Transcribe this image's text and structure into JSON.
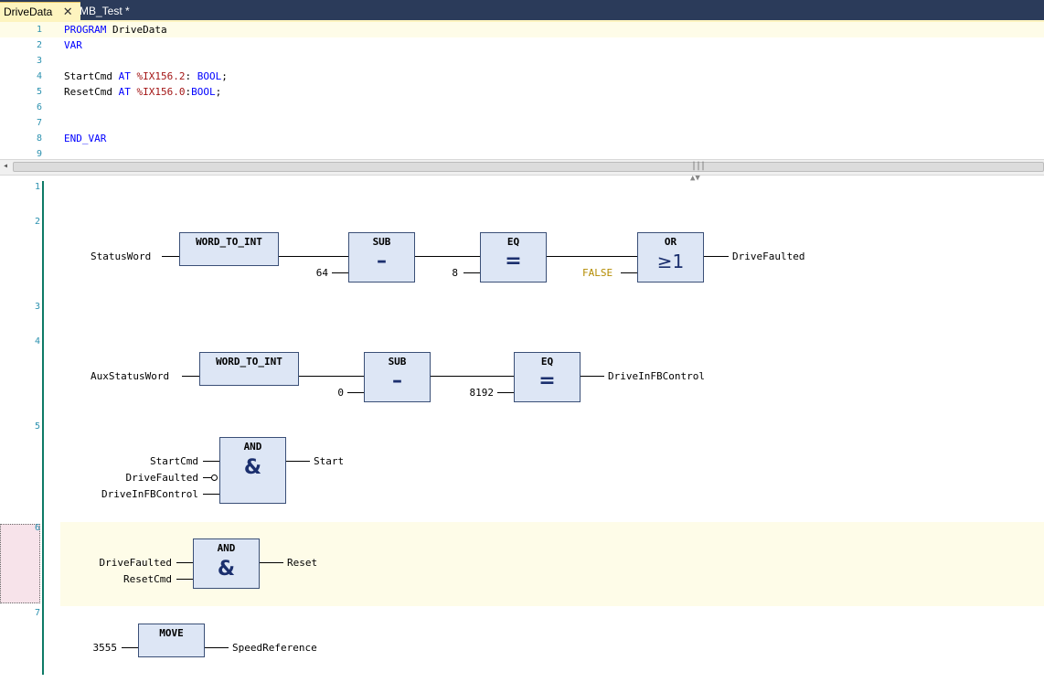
{
  "tabs": [
    {
      "label": "DriveData",
      "close": "✕"
    },
    {
      "label": "MB_Test *"
    }
  ],
  "declarations": {
    "lines": [
      {
        "num": "1",
        "parts": [
          {
            "t": "PROGRAM",
            "c": "kw"
          },
          {
            "t": " DriveData",
            "c": ""
          }
        ]
      },
      {
        "num": "2",
        "parts": [
          {
            "t": "VAR",
            "c": "kw"
          }
        ]
      },
      {
        "num": "3",
        "parts": []
      },
      {
        "num": "4",
        "parts": [
          {
            "t": "StartCmd ",
            "c": ""
          },
          {
            "t": "AT",
            "c": "kw"
          },
          {
            "t": " ",
            "c": ""
          },
          {
            "t": "%IX156.2",
            "c": "addr"
          },
          {
            "t": ": ",
            "c": ""
          },
          {
            "t": "BOOL",
            "c": "kw"
          },
          {
            "t": ";",
            "c": ""
          }
        ]
      },
      {
        "num": "5",
        "parts": [
          {
            "t": "ResetCmd ",
            "c": ""
          },
          {
            "t": "AT",
            "c": "kw"
          },
          {
            "t": " ",
            "c": ""
          },
          {
            "t": "%IX156.0",
            "c": "addr"
          },
          {
            "t": ":",
            "c": ""
          },
          {
            "t": "BOOL",
            "c": "kw"
          },
          {
            "t": ";",
            "c": ""
          }
        ]
      },
      {
        "num": "6",
        "parts": []
      },
      {
        "num": "7",
        "parts": []
      },
      {
        "num": "8",
        "parts": [
          {
            "t": "END_VAR",
            "c": "kw"
          }
        ]
      },
      {
        "num": "9",
        "parts": []
      }
    ]
  },
  "scrollbar": {
    "grip": "|||",
    "left_arrow": "◂",
    "split_arrows": "▲▼"
  },
  "networks": [
    "1",
    "2",
    "3",
    "4",
    "5",
    "6",
    "7"
  ],
  "n2": {
    "in": "StatusWord",
    "fb1": "WORD_TO_INT",
    "fb2": "SUB",
    "fb2_sym": "–",
    "c2": "64",
    "fb3": "EQ",
    "fb3_sym": "=",
    "c3": "8",
    "fb4": "OR",
    "fb4_sym": "≥1",
    "c4": "FALSE",
    "out": "DriveFaulted"
  },
  "n4": {
    "in": "AuxStatusWord",
    "fb1": "WORD_TO_INT",
    "fb2": "SUB",
    "fb2_sym": "–",
    "c2": "0",
    "fb3": "EQ",
    "fb3_sym": "=",
    "c3": "8192",
    "out": "DriveInFBControl"
  },
  "n5": {
    "in1": "StartCmd",
    "in2": "DriveFaulted",
    "in3": "DriveInFBControl",
    "fb": "AND",
    "sym": "&",
    "out": "Start"
  },
  "n6": {
    "in1": "DriveFaulted",
    "in2": "ResetCmd",
    "fb": "AND",
    "sym": "&",
    "out": "Reset"
  },
  "n7": {
    "in": "3555",
    "fb": "MOVE",
    "out": "SpeedReference"
  }
}
